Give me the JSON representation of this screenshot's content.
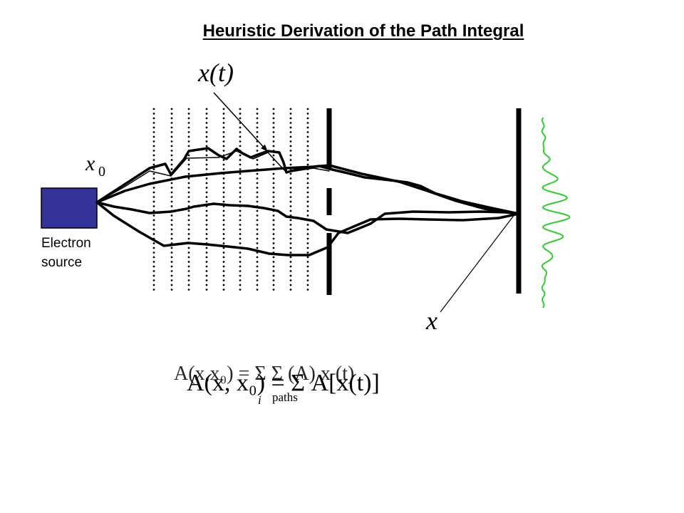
{
  "title": "Heuristic Derivation of the Path Integral",
  "source_label": [
    "Electron",
    "source"
  ],
  "labels": {
    "path_label": "x(t)",
    "x0_base": "x",
    "x0_sub": "0",
    "x_label": "x"
  },
  "formula": {
    "back_text": "A(x,x₀) = Σ Σ (A) x (t)",
    "front_text": "A(x, x₀) = Σ A[x(t)]",
    "sub_i": "i",
    "sub_paths": "paths"
  },
  "colors": {
    "source_fill": "#333399",
    "wave": "#33cc33",
    "ink": "#000000"
  }
}
